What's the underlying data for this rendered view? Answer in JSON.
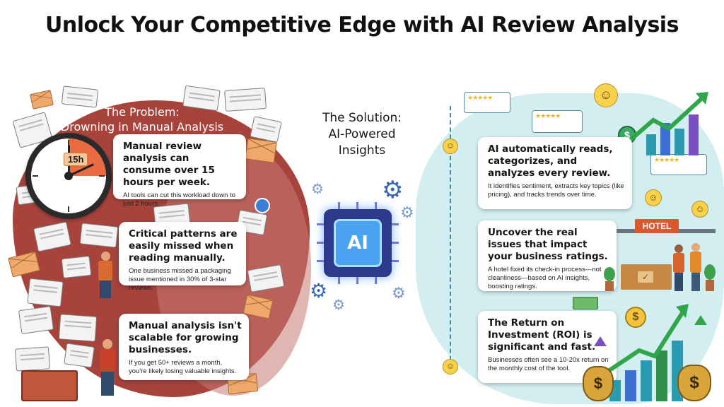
{
  "title": "Unlock Your Competitive Edge with AI Review Analysis",
  "problem": {
    "title_line1": "The Problem:",
    "title_line2": "Drowning in Manual Analysis",
    "clock_label": "15h",
    "cards": [
      {
        "heading": "Manual review analysis can consume over 15 hours per week.",
        "sub": "AI tools can cut this workload down to just 2 hours."
      },
      {
        "heading": "Critical patterns are easily missed when reading manually.",
        "sub": "One business missed a packaging issue mentioned in 30% of 3-star reviews."
      },
      {
        "heading": "Manual analysis isn't scalable for growing businesses.",
        "sub": "If you get 50+ reviews a month, you're likely losing valuable insights."
      }
    ]
  },
  "solution": {
    "title_line1": "The Solution:",
    "title_line2": "AI-Powered",
    "title_line3": "Insights",
    "chip_label": "AI"
  },
  "benefits": {
    "cards": [
      {
        "heading": "AI automatically reads, categorizes, and analyzes every review.",
        "sub": "It identifies sentiment, extracts key topics (like pricing), and tracks trends over time."
      },
      {
        "heading": "Uncover the real issues that impact your business ratings.",
        "sub": "A hotel fixed its check-in process—not cleanliness—based on AI insights, boosting ratings."
      },
      {
        "heading": "The Return on Investment (ROI) is significant and fast.",
        "sub": "Businesses often see a 10-20x return on the monthly cost of the tool."
      }
    ],
    "hotel_sign": "HOTEL",
    "coin_symbol": "$",
    "stars": "★★★★★"
  },
  "colors": {
    "problem_bg": "#a8433c",
    "solution_bg": "#d3eef1",
    "chip": "#2d3a8c",
    "accent_orange": "#e85a2c",
    "growth_green": "#2fa64a"
  },
  "icons": [
    "envelope-icon",
    "document-icon",
    "clock-icon",
    "person-icon",
    "gear-icon",
    "ai-chip-icon",
    "smiley-icon",
    "dollar-coin-icon",
    "money-bag-icon",
    "bar-chart-icon",
    "hotel-icon",
    "chat-bubble-icon"
  ]
}
